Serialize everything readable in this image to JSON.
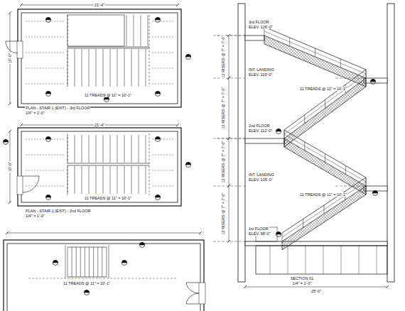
{
  "diagram": {
    "labels": [
      "PLAN - STAIR 1 (EXIT) - 3rd FLOOR",
      "1/4\" = 1'-0\"",
      "PLAN - STAIR 1 (EXIT) - 2nd FLOOR",
      "1/4\" = 1'-0\"",
      "SECTION 01",
      "1/4\" = 1'-0\"",
      "3rd FLOOR",
      "ELEV. 126'-0\"",
      "INT. LANDING",
      "ELEV. 119'-0\"",
      "2nd FLOOR",
      "ELEV. 112'-0\"",
      "INT. LANDING",
      "ELEV. 105'-0\"",
      "1st FLOOR",
      "ELEV. 98'-0\"",
      "12 RISERS @ 7\" = 7'-0\"",
      "12 RISERS @ 7\" = 7'-0\"",
      "12 RISERS @ 7\" = 7'-0\"",
      "12 RISERS @ 7\" = 7'-0\"",
      "11 TREADS @ 11\" = 10'-1\"",
      "11 TREADS @ 11\" = 10'-1\"",
      "11 TREADS @ 11\" = 10'-1\"",
      "11 TREADS @ 11\" = 10'-1\"",
      "11 TREADS @ 11\" = 10'-1\"",
      "21'-4\"",
      "21'-4\"",
      "25'-0\"",
      "10'-0\"",
      "10'-0\""
    ]
  }
}
